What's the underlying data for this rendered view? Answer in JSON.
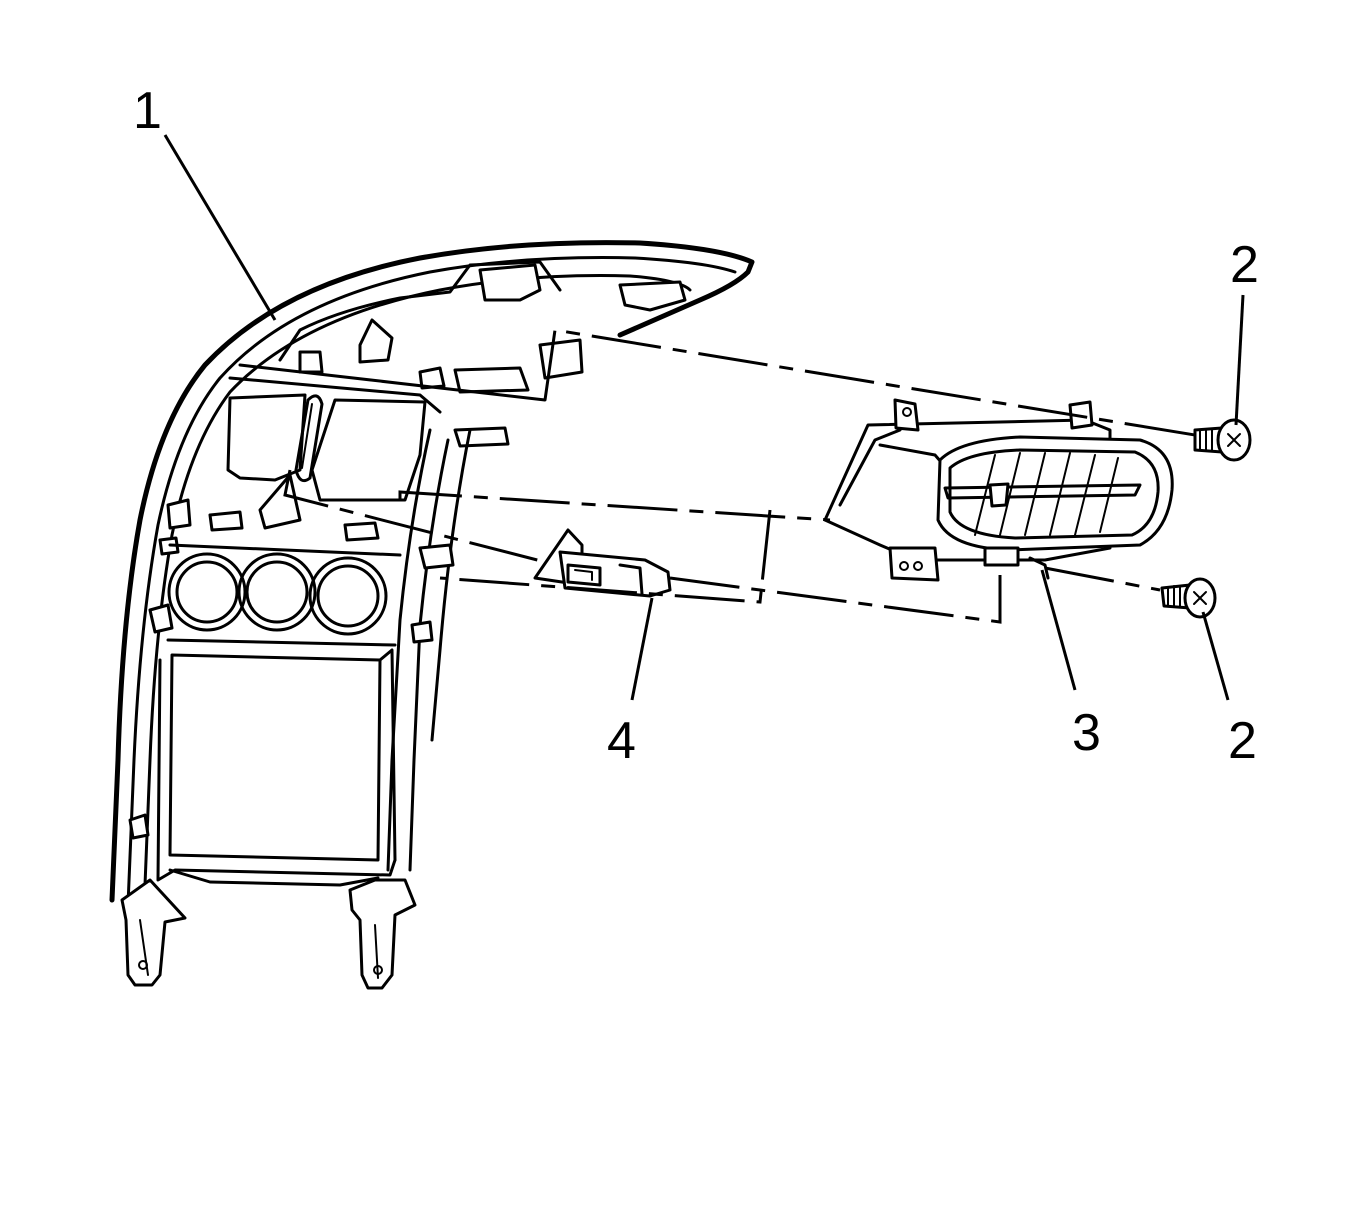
{
  "callouts": {
    "bezel": "1",
    "screw_upper": "2",
    "screw_lower": "2",
    "air_outlet": "3",
    "bracket": "4"
  }
}
